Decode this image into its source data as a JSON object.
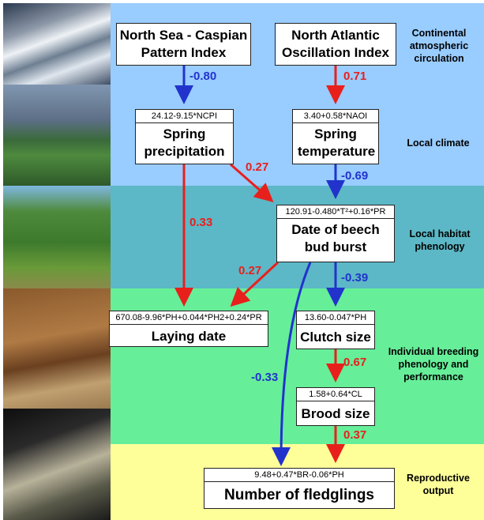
{
  "colors": {
    "band_atmos": "#99ccff",
    "band_habitat": "#5cb8c6",
    "band_breeding": "#66ee99",
    "band_output": "#ffff99",
    "arrow_negative": "#2233cc",
    "arrow_positive": "#e8201c"
  },
  "levels": {
    "atmos": "Continental atmospheric circulation",
    "climate": "Local climate",
    "habitat": "Local habitat phenology",
    "breeding": "Individual breeding phenology and performance",
    "output": "Reproductive output"
  },
  "boxes": {
    "ncpi": "North Sea - Caspian Pattern Index",
    "naoi": "North Atlantic Oscillation Index",
    "precip_eq": "24.12-9.15*NCPI",
    "precip": "Spring precipitation",
    "temp_eq": "3.40+0.58*NAOI",
    "temp": "Spring temperature",
    "budburst_eq": "120.91-0.480*T²+0.16*PR",
    "budburst": "Date of beech bud burst",
    "laying_eq": "670.08-9.96*PH+0.044*PH2+0.24*PR",
    "laying": "Laying date",
    "clutch_eq": "13.60-0.047*PH",
    "clutch": "Clutch size",
    "brood_eq": "1.58+0.64*CL",
    "brood": "Brood size",
    "fledg_eq": "9.48+0.47*BR-0.06*PH",
    "fledg": "Number of fledglings"
  },
  "coefficients": {
    "ncpi_precip": "-0.80",
    "naoi_temp": "0.71",
    "precip_bud": "0.27",
    "temp_bud": "-0.69",
    "precip_lay": "0.33",
    "bud_lay": "0.27",
    "bud_clutch": "-0.39",
    "bud_fledg": "-0.33",
    "clutch_brood": "0.67",
    "brood_fledg": "0.37"
  },
  "photos": [
    "satellite-clouds",
    "landscape-fields",
    "beech-forest",
    "tit-nest-box",
    "tit-fledgling"
  ]
}
